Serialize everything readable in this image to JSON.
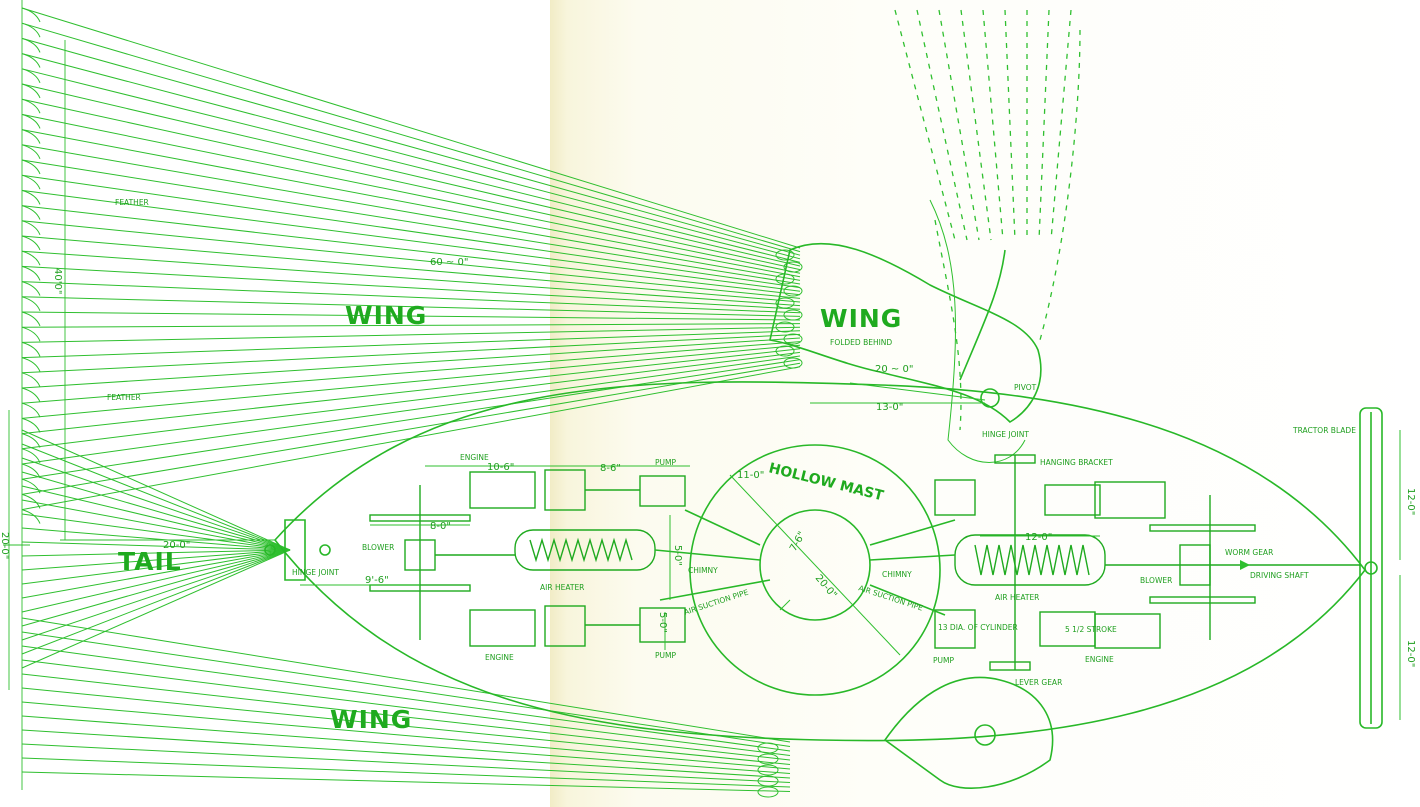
{
  "colors": {
    "ink": "#28b828",
    "paper_fold": "#f1ecc6"
  },
  "labels": {
    "wing_upper_left": "WING",
    "wing_folded": "WING",
    "folded_behind": "FOLDED BEHIND",
    "wing_lower": "WING",
    "tail": "TAIL",
    "hollow_mast": "HOLLOW MAST",
    "feather_top": "FEATHER",
    "feather_mid": "FEATHER",
    "pivot": "PIVOT",
    "hinge_joint": "HINGE JOINT",
    "tail_hinge_joint": "HINGE JOINT",
    "hanging_bracket": "HANGING BRACKET",
    "tractor_blade": "TRACTOR BLADE",
    "engine_left_top": "ENGINE",
    "engine_left_bottom": "ENGINE",
    "engine_right": "ENGINE",
    "pump_left_top": "PUMP",
    "pump_left_bottom": "PUMP",
    "pump_right": "PUMP",
    "blower_left": "BLOWER",
    "blower_right": "BLOWER",
    "air_heater_left": "AIR HEATER",
    "air_heater_right": "AIR HEATER",
    "chimny_left": "CHIMNY",
    "chimny_right": "CHIMNY",
    "air_suction_left": "AIR SUCTION PIPE",
    "air_suction_right": "AIR SUCTION PIPE",
    "worm_gear": "WORM GEAR",
    "driving_shaft": "DRIVING SHAFT",
    "lever_gear": "LEVER GEAR",
    "cyl_note": "13 DIA. OF CYLINDER",
    "stroke_note": "5 1/2 STROKE"
  },
  "dimensions": {
    "wing_span": "60 ~ 0\"",
    "wing_height": "40'0\"",
    "folded_span": "20 ~ 0\"",
    "pivot_dist": "13-0\"",
    "mast_dia": "11-0\"",
    "mast_inner": "7-6\"",
    "mast_outer": "20-0\"",
    "engine_len": "10-6\"",
    "engine_gap": "8-6\"",
    "left_8": "8-0\"",
    "left_96": "9'-6\"",
    "tail_len": "20-0\"",
    "pump_5a": "5-0\"",
    "pump_5b": "5-0\"",
    "heater_right": "12-0\"",
    "prop_top": "12-0\"",
    "prop_bottom": "12-0\"",
    "overall_left": "20-0\""
  }
}
